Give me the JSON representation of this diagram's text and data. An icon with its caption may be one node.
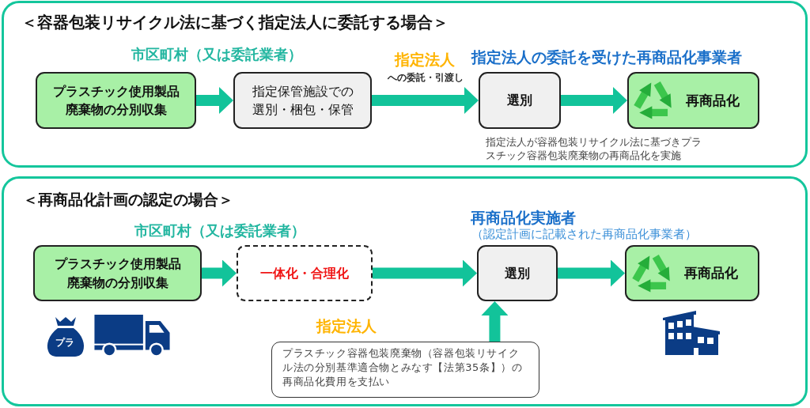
{
  "diagram": {
    "nodes": [
      {
        "text": [
          "＜容器包装リサイクル法に基づく指定法人に委託する場合＞"
        ]
      },
      {
        "text": [
          "プラスチック使用製品廃棄物の分別収集"
        ],
        "in": 0
      },
      {
        "text": [
          "指定保管施設での選別・梱包・保管"
        ],
        "in": 0
      },
      {
        "text": [
          "選別"
        ],
        "in": 0
      },
      {
        "text": [
          "再商品化"
        ],
        "in": 0
      },
      {
        "text": [
          "＜再商品化計画の認定の場合＞"
        ]
      },
      {
        "text": [
          "プラスチック使用製品廃棄物の分別収集"
        ],
        "in": 5
      },
      {
        "text": [
          "一体化・合理化"
        ],
        "in": 5
      },
      {
        "text": [
          "選別"
        ],
        "in": 5
      },
      {
        "text": [
          "再商品化"
        ],
        "in": 5
      },
      {
        "text": [
          "プラスチック容器包装廃棄物（容器包装リサイクル法の分別基準適合物とみなす【法第35条】）の再商品化費用を支払い"
        ],
        "in": 5
      }
    ],
    "edges": [
      {
        "from": 1,
        "to": 2,
        "arrow": "to"
      },
      {
        "from": 2,
        "to": 3,
        "arrow": "to",
        "label": "への委託・引渡し"
      },
      {
        "from": 3,
        "to": 4,
        "arrow": "to"
      },
      {
        "from": 6,
        "to": 7,
        "arrow": "to"
      },
      {
        "from": 7,
        "to": 8,
        "arrow": "to"
      },
      {
        "from": 10,
        "to": 8,
        "arrow": "to"
      },
      {
        "from": 8,
        "to": 9,
        "arrow": "to"
      }
    ],
    "labels": [
      "市区町村（又は委託業者）",
      "指定法人",
      "指定法人の委託を受けた再商品化事業者",
      "指定法人が容器包装リサイクル法に基づきプラスチック容器包装廃棄物の再商品化を実施",
      "再商品化実施者",
      "（認定計画に記載された再商品化事業者）",
      "市区町村（又は委託業者）",
      "プラ",
      "指定法人"
    ]
  }
}
